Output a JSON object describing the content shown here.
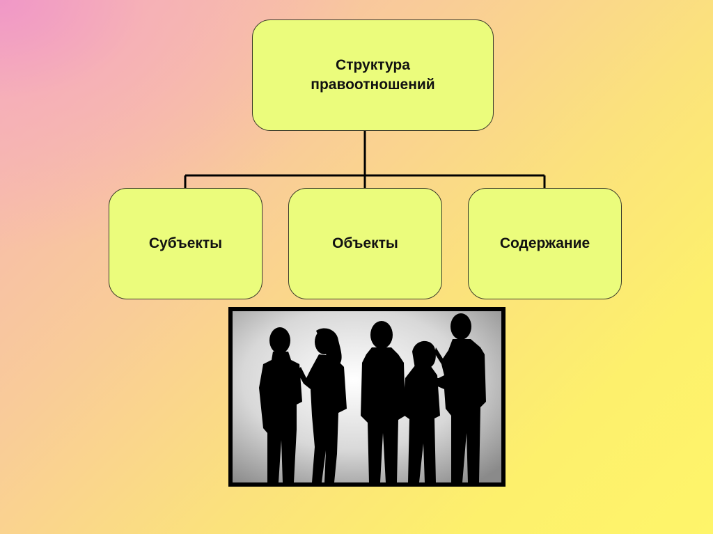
{
  "diagram": {
    "root": {
      "line1": "Структура",
      "line2": "правоотношений"
    },
    "children": [
      {
        "label": "Субъекты"
      },
      {
        "label": "Объекты"
      },
      {
        "label": "Содержание"
      }
    ]
  },
  "image": {
    "subject": "people-silhouettes"
  }
}
